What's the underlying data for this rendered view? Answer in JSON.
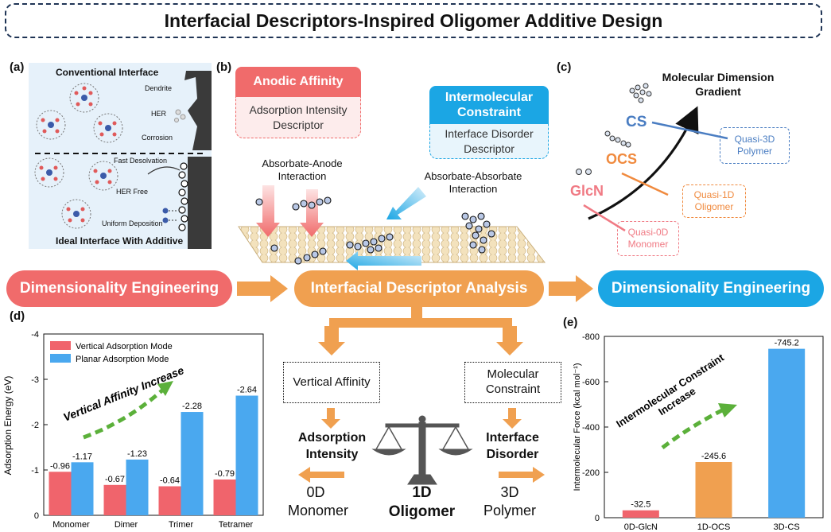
{
  "title": "Interfacial Descriptors-Inspired Oligomer Additive Design",
  "panel_labels": {
    "a": "(a)",
    "b": "(b)",
    "c": "(c)",
    "d": "(d)",
    "e": "(e)"
  },
  "panel_a": {
    "top_title": "Conventional Interface",
    "dendrite": "Dendrite",
    "her": "HER",
    "corrosion": "Corrosion",
    "fast_desolvation": "Fast Desolvation",
    "her_free": "HER Free",
    "uniform_deposition": "Uniform Deposition",
    "bottom_title": "Ideal Interface With Additive"
  },
  "panel_b": {
    "anodic_head": "Anodic Affinity",
    "anodic_body": "Adsorption Intensity Descriptor",
    "inter_head": "Intermolecular Constraint",
    "inter_body": "Interface Disorder Descriptor",
    "anode_interaction": "Absorbate-Anode Interaction",
    "absorbate_interaction": "Absorbate-Absorbate Interaction"
  },
  "panel_c": {
    "title": "Molecular Dimension Gradient",
    "cs": "CS",
    "ocs": "OCS",
    "glcn": "GlcN",
    "quasi3d": "Quasi-3D Polymer",
    "quasi1d": "Quasi-1D Oligomer",
    "quasi0d": "Quasi-0D Monomer"
  },
  "flow": {
    "left_banner": "Dimensionality Engineering",
    "center_banner": "Interfacial Descriptor Analysis",
    "right_banner": "Dimensionality Engineering",
    "vertical_affinity": "Vertical Affinity",
    "molecular_constraint": "Molecular Constraint",
    "adsorption_intensity": "Adsorption Intensity",
    "interface_disorder": "Interface Disorder",
    "monomer": "0D Monomer",
    "oligomer": "1D Oligomer",
    "polymer": "3D Polymer"
  },
  "colors": {
    "red": "#f06b6b",
    "blue": "#1ba6e4",
    "orange": "#f0a050",
    "chart_red": "#f0646c",
    "chart_blue": "#4aa8ef",
    "green": "#5bb03a"
  },
  "chart_data": [
    {
      "type": "bar",
      "categories": [
        "Monomer",
        "Dimer",
        "Trimer",
        "Tetramer"
      ],
      "series": [
        {
          "name": "Vertical Adsorption Mode",
          "values": [
            -0.96,
            -0.67,
            -0.64,
            -0.79
          ]
        },
        {
          "name": "Planar Adsorption Mode",
          "values": [
            -1.17,
            -1.23,
            -2.28,
            -2.64
          ]
        }
      ],
      "data_labels": [
        [
          "-0.96",
          "-0.67",
          "-0.64",
          "-0.79"
        ],
        [
          "-1.17",
          "-1.23",
          "-2.28",
          "-2.64"
        ]
      ],
      "ylabel": "Adsorption Energy (eV)",
      "ylim": [
        0,
        -4
      ],
      "yticks": [
        "0",
        "-1",
        "-2",
        "-3",
        "-4"
      ],
      "annotation": "Vertical Affinity Increase",
      "legend": "top-left"
    },
    {
      "type": "bar",
      "categories": [
        "0D-GlcN",
        "1D-OCS",
        "3D-CS"
      ],
      "values": [
        -32.5,
        -245.6,
        -745.2
      ],
      "data_labels": [
        "-32.5",
        "-245.6",
        "-745.2"
      ],
      "ylabel": "Intermolecular Force (kcal mol⁻¹)",
      "ylim": [
        0,
        -800
      ],
      "yticks": [
        "0",
        "-200",
        "-400",
        "-600",
        "-800"
      ],
      "annotation": "Intermolecular Constraint Increase"
    }
  ]
}
